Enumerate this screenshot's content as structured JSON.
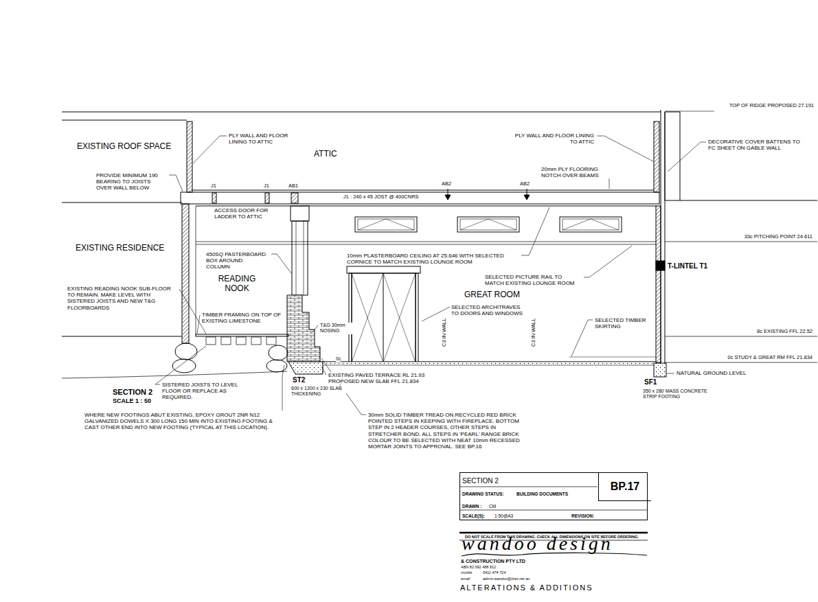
{
  "diagram": {
    "nodes": [
      {
        "text": [
          "SECTION 2",
          "DRAWING STATUS:",
          "BUILDING DOCUMENTS",
          "DRAWN :",
          "CM",
          "SCALE(S):",
          "1:50@A3",
          "REVISION:"
        ]
      },
      {
        "text": [
          "BP.17"
        ],
        "in": 0
      }
    ],
    "labels": [
      "TOP OF RIDGE PROPOSED 27.191",
      "EXISTING ROOF SPACE",
      "PLY WALL AND FLOOR LINING TO ATTIC",
      "ATTIC",
      "PLY WALL AND FLOOR LINING TO ATTIC",
      "DECORATIVE COVER BATTENS TO FC SHEET ON GABLE WALL",
      "20mm PLY FLOORING NOTCH OVER BEAMS",
      "PROVIDE MINIMUM 190 BEARING TO JOISTS OVER WALL BELOW",
      "J1",
      "J1",
      "AB1",
      "AB2",
      "AB2",
      "J1 : 240 x 45 JOST @ 400CNRS",
      "ACCESS DOOR FOR LADDER TO ATTIC",
      "EXISTING RESIDENCE",
      "450SQ PASTERBOARD BOX AROUND COLUMN",
      "10mm PLASTERBOARD CEILING AT 25.646 WITH SELECTED CORNICE TO MATCH EXISTING LOUNGE ROOM",
      "33c PITCHING POINT 24.611",
      "T-LINTEL T1",
      "SELECTED PICTURE RAIL TO MATCH EXISTING LOUNGE ROOM",
      "READING NOOK",
      "GREAT ROOM",
      "EXISTING READING NOOK SUB-FLOOR TO REMAIN. MAKE LEVEL WITH SISTERED JOISTS AND NEW T&G FLOORBOARDS",
      "SELECTED ARCHITRAVES TO DOORS AND WINDOWS",
      "TIMBER FRAMING ON TOP OF EXISTING LIMESTONE",
      "SELECTED TIMBER SKIRTING",
      "T&G 30mm NOSING",
      "C3 IN WALL",
      "C3 IN WALL",
      "8c EXISTING FFL 22.52",
      "0c STUDY & GREAT RM FFL 21.834",
      "0c",
      "EXISTING PAVED TERRACE RL 21.93 PROPOSED NEW SLAB FFL 21.834",
      "NATURAL GROUND LEVEL",
      "ST2",
      "600 x 1200 x 230 SLAB THICKENING",
      "SF1",
      "350 x 280 MASS CONCRETE STRIP FOOTING",
      "SECTION 2",
      "SCALE 1 : 50",
      "SISTERED JOISTS TO LEVEL FLOOR OR REPLACE AS REQUIRED.",
      "WHERE NEW FOOTINGS ABUT EXISTING, EPOXY GROUT 2NR N12 GALVANIZED DOWELS X 300 LONG 150 MIN INTO EXISTING FOOTING & CAST OTHER END INTO NEW FOOTING (TYPICAL AT THIS LOCATION).",
      "30mm SOLID TIMBER TREAD ON RECYCLED RED BRICK POINTED STEPS IN KEEPING WITH FIREPLACE. BOTTOM STEP IN 2 HEADER COURSES, OTHER STEPS IN STRETCHER BOND. ALL STEPS IN 'PEARL' RANGE BRICK COLOUR TO BE SELECTED WITH NEAT 10mm RECESSED MORTAR JOINTS TO APPROVAL. SEE BP.16",
      "DO NOT SCALE FROM THIS DRAWING. CHECK ALL DIMENSIONS ON SITE BEFORE ORDERING.",
      "wandoo design",
      "& CONSTRUCTION PTY LTD",
      "ABN 82 092 488 812",
      "mobile",
      "0411 474 724",
      "email",
      "admin.wandoo@iinet.net.au",
      "ALTERATIONS & ADDITIONS"
    ]
  }
}
